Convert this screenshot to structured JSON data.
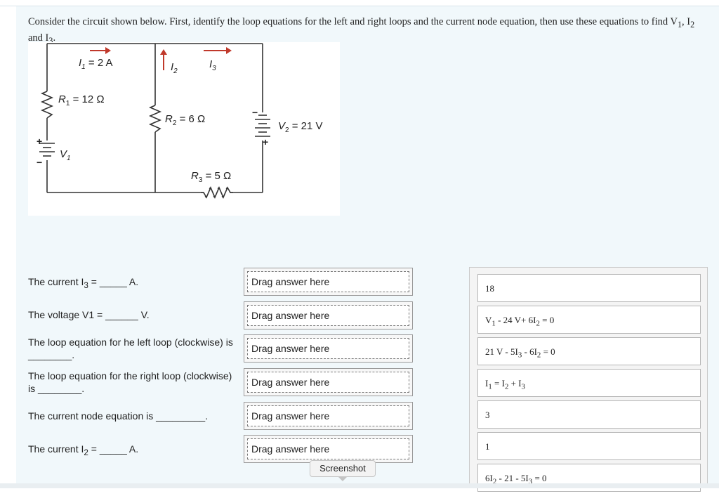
{
  "question": {
    "text": "Consider the circuit shown below. First, identify the loop equations for the left and right loops and the current node equation, then use these equations to find V",
    "sub1": "1",
    "mid1": ", I",
    "sub2": "2",
    "mid2": " and I",
    "sub3": "3",
    "end": "."
  },
  "circuit": {
    "i1_label": "I",
    "i1_sub": "1",
    "i1_val": " = 2 A",
    "i2_label": "I",
    "i2_sub": "2",
    "i3_label": "I",
    "i3_sub": "3",
    "r1_label": "R",
    "r1_sub": "1",
    "r1_val": " = 12 Ω",
    "r2_label": "R",
    "r2_sub": "2",
    "r2_val": " = 6 Ω",
    "r3_label": "R",
    "r3_sub": "3",
    "r3_val": " = 5 Ω",
    "v1_label": "V",
    "v1_sub": "1",
    "v2_label": "V",
    "v2_sub": "2",
    "v2_val": " = 21 V",
    "plus": "+",
    "minus": "−"
  },
  "prompts": [
    {
      "pre": "The current I",
      "sub": "3",
      "post": " = _____ A."
    },
    {
      "pre": "The voltage V1 = ______ V.",
      "sub": "",
      "post": ""
    },
    {
      "pre": "The loop equation for he left loop (clockwise) is ________.",
      "sub": "",
      "post": ""
    },
    {
      "pre": "The loop equation for the right loop (clockwise) is ________.",
      "sub": "",
      "post": ""
    },
    {
      "pre": "The current node equation is _________.",
      "sub": "",
      "post": ""
    },
    {
      "pre": "The current I",
      "sub": "2",
      "post": " = _____ A."
    }
  ],
  "drop_label": "Drag answer here",
  "answers": [
    {
      "parts": [
        "18"
      ]
    },
    {
      "parts": [
        "V",
        "1",
        " - 24 V+ 6I",
        "2",
        " = 0"
      ]
    },
    {
      "parts": [
        "21 V - 5I",
        "3",
        " - 6I",
        "2",
        " = 0"
      ]
    },
    {
      "parts": [
        "I",
        "1",
        " = I",
        "2",
        " + I",
        "3",
        ""
      ]
    },
    {
      "parts": [
        "3"
      ]
    },
    {
      "parts": [
        "1"
      ]
    },
    {
      "parts": [
        "6I",
        "2",
        " - 21 - 5I",
        "3",
        " = 0"
      ]
    }
  ],
  "tooltip": "Screenshot"
}
